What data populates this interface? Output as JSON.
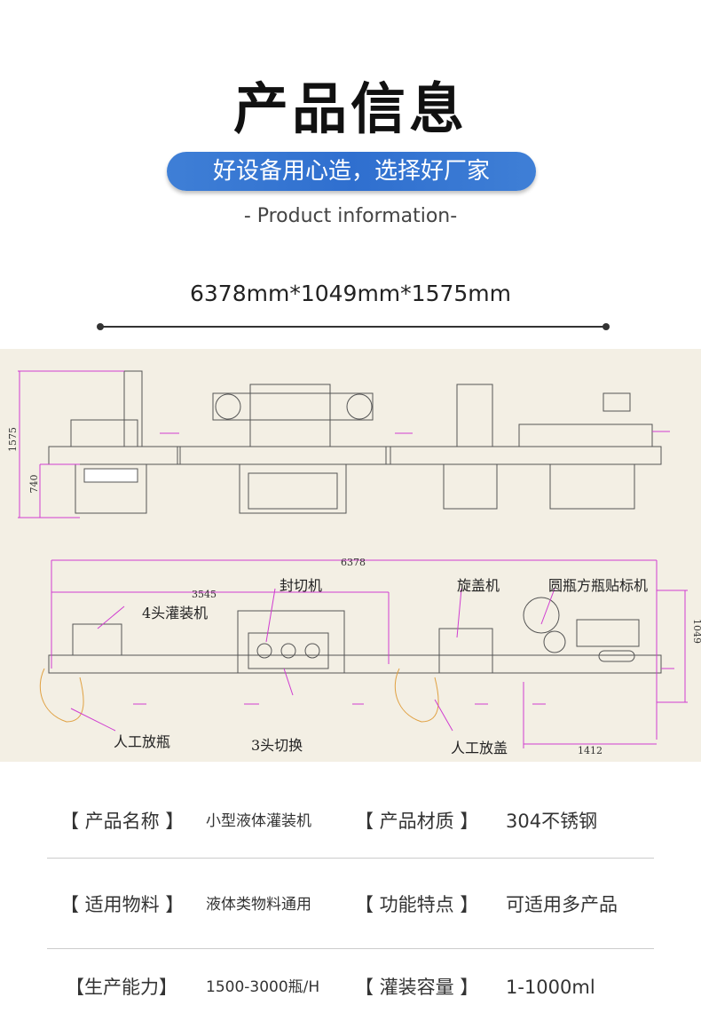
{
  "header": {
    "title": "产品信息",
    "slogan": "好设备用心造，选择好厂家",
    "subtitle": "- Product information-",
    "dimensions": "6378mm*1049mm*1575mm"
  },
  "drawing": {
    "top_view": {
      "height_total": "1575",
      "height_table": "740"
    },
    "plan_view": {
      "length_total": "6378",
      "length_partial": "3545",
      "width": "1049",
      "labeler_length": "1412",
      "labels": {
        "filler": "4头灌装机",
        "sealer": "封切机",
        "capper": "旋盖机",
        "labeler": "圆瓶方瓶贴标机",
        "manual_bottle": "人工放瓶",
        "switch": "3头切换",
        "manual_cap": "人工放盖"
      }
    },
    "accent_color": "#d03cd0"
  },
  "specs": [
    {
      "k1": "【 产品名称 】",
      "v1": "小型液体灌装机",
      "k2": "【 产品材质 】",
      "v2": "304不锈钢"
    },
    {
      "k1": "【 适用物料 】",
      "v1": "液体类物料通用",
      "k2": "【 功能特点 】",
      "v2": "可适用多产品"
    },
    {
      "k1": "【生产能力】",
      "v1": "1500-3000瓶/H",
      "k2": "【 灌装容量 】",
      "v2": "1-1000ml"
    }
  ]
}
